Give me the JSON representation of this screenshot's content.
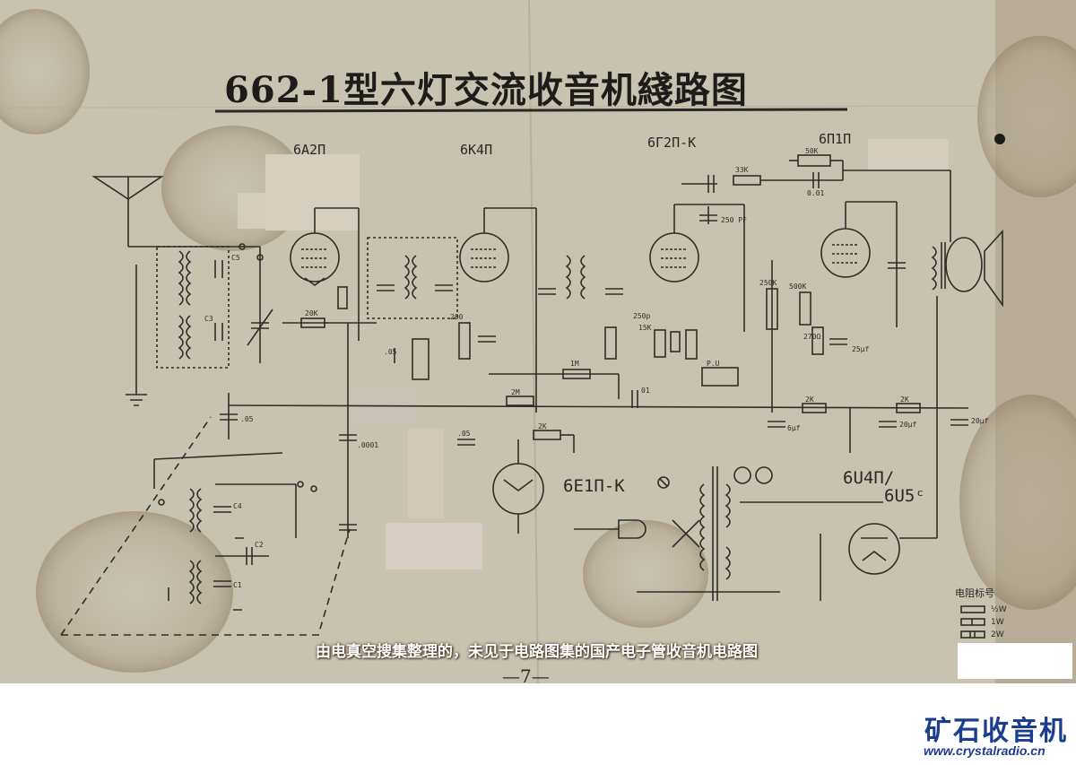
{
  "diagram": {
    "title": "662-1型六灯交流收音机綫路图",
    "tubes": [
      "6A2П",
      "6K4П",
      "6Г2П-K",
      "6П1П",
      "6E1П-K",
      "6U4П/",
      "6U5ᶜ"
    ],
    "component_labels": [
      "C5",
      "C3",
      "C4",
      "C2",
      "C1",
      "20K",
      ".05",
      ".05",
      "33K",
      "50K",
      "0.01",
      "250 PF",
      "1M",
      "2M",
      "2K",
      "2K",
      "2K",
      "6μf",
      "20μf",
      "20μf",
      "P.U",
      ".0001",
      ".05",
      "01",
      "25μf",
      "250p",
      "250K",
      "500K",
      "270Ω",
      "200",
      "15K"
    ],
    "page_number": "—7—",
    "legend_title": "电阻标号",
    "legend_items": [
      "½W",
      "1W",
      "2W"
    ]
  },
  "caption": "由电真空搜集整理的，未见于电路图集的国产电子管收音机电路图",
  "footer": {
    "logo_text": "矿石收音机",
    "url": "www.crystalradio.cn"
  },
  "colors": {
    "paper": "#c9c4b4",
    "ink": "#2a2826",
    "logo": "#1b3d8e",
    "caption_text": "#ffffff"
  }
}
